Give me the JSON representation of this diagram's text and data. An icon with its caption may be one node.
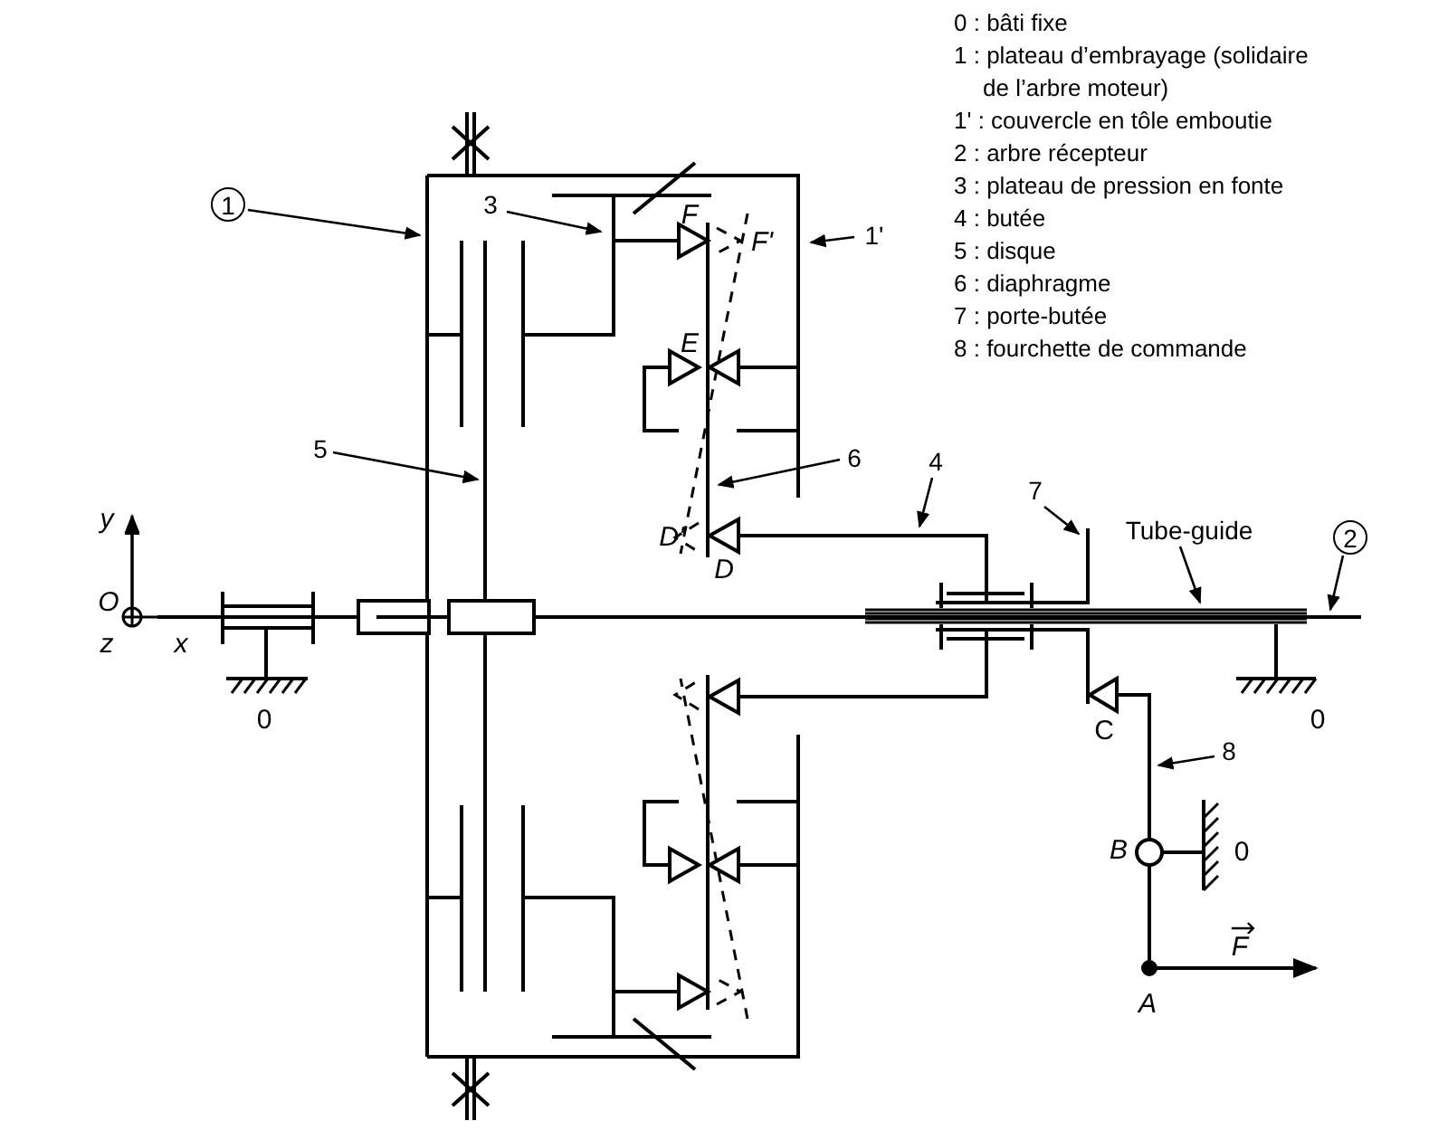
{
  "diagram": {
    "nodes": [
      {
        "text": [
          "1"
        ]
      },
      {
        "text": [
          "3"
        ]
      },
      {
        "text": [
          "1'"
        ]
      },
      {
        "text": [
          "5"
        ]
      },
      {
        "text": [
          "6"
        ]
      },
      {
        "text": [
          "4"
        ]
      },
      {
        "text": [
          "7"
        ]
      },
      {
        "text": [
          "Tube-guide"
        ]
      },
      {
        "text": [
          "2"
        ]
      },
      {
        "text": [
          "8"
        ]
      }
    ],
    "edges": [
      {
        "from": 0,
        "to": null,
        "arrow": "to"
      },
      {
        "from": 1,
        "to": null,
        "arrow": "to"
      },
      {
        "from": 2,
        "to": null,
        "arrow": "to"
      },
      {
        "from": 3,
        "to": null,
        "arrow": "to"
      },
      {
        "from": 4,
        "to": null,
        "arrow": "to"
      },
      {
        "from": 5,
        "to": null,
        "arrow": "to"
      },
      {
        "from": 6,
        "to": null,
        "arrow": "to"
      },
      {
        "from": 7,
        "to": null,
        "arrow": "to"
      },
      {
        "from": 8,
        "to": null,
        "arrow": "to"
      },
      {
        "from": 9,
        "to": null,
        "arrow": "to"
      }
    ],
    "labels": [
      "0 : bâti fixe",
      "1 : plateau d’embrayage (solidaire de l’arbre moteur)",
      "1' : couvercle en tôle emboutie",
      "2 : arbre récepteur",
      "3 : plateau de pression en fonte",
      "4 : butée",
      "5 : disque",
      "6 : diaphragme",
      "7 : porte-butée",
      "8 : fourchette de commande",
      "F",
      "F'",
      "E",
      "D'",
      "D",
      "C",
      "B",
      "A",
      "O",
      "y",
      "z",
      "x",
      "0",
      "0",
      "0",
      "F"
    ]
  }
}
